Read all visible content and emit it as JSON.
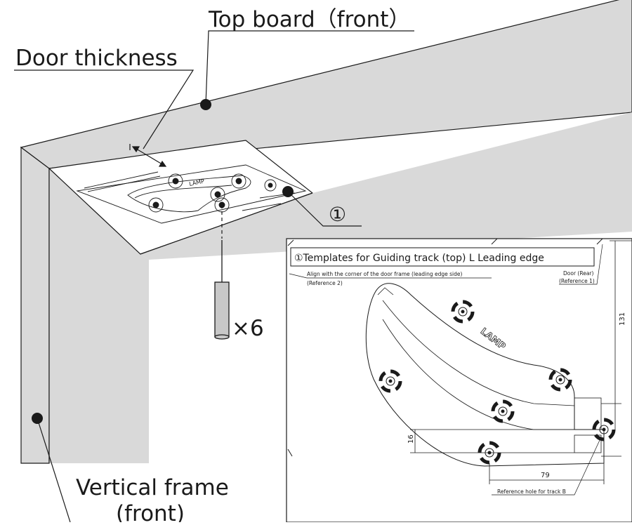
{
  "labels": {
    "top_board": "Top board（front）",
    "door_thickness": "Door thickness",
    "callout_1": "①",
    "quantity": "×6",
    "vertical_frame_line1": "Vertical frame",
    "vertical_frame_line2": "(front)"
  },
  "template": {
    "title": "①Templates for Guiding track (top) L Leading edge",
    "align_note": "Align with the corner of the door frame (leading edge side)",
    "align_ref": "(Reference 2)",
    "door_rear": "Door (Rear)",
    "door_ref": "(Reference 1)",
    "logo": "LAMP",
    "dim_height": "131",
    "dim_16": "16",
    "dim_79": "79",
    "reference_hole": "Reference hole for track B"
  },
  "colors": {
    "frame_fill": "#d9d9d9",
    "line": "#1a1a1a",
    "background": "#ffffff"
  }
}
